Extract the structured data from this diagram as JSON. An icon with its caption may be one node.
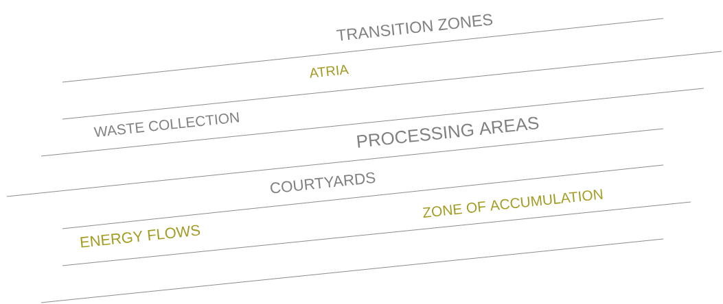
{
  "diagram": {
    "labels": [
      "TRANSITION ZONES",
      "ATRIA",
      "WASTE COLLECTION",
      "PROCESSING AREAS",
      "COURTYARDS",
      "ZONE OF ACCUMULATION",
      "ENERGY FLOWS"
    ]
  }
}
